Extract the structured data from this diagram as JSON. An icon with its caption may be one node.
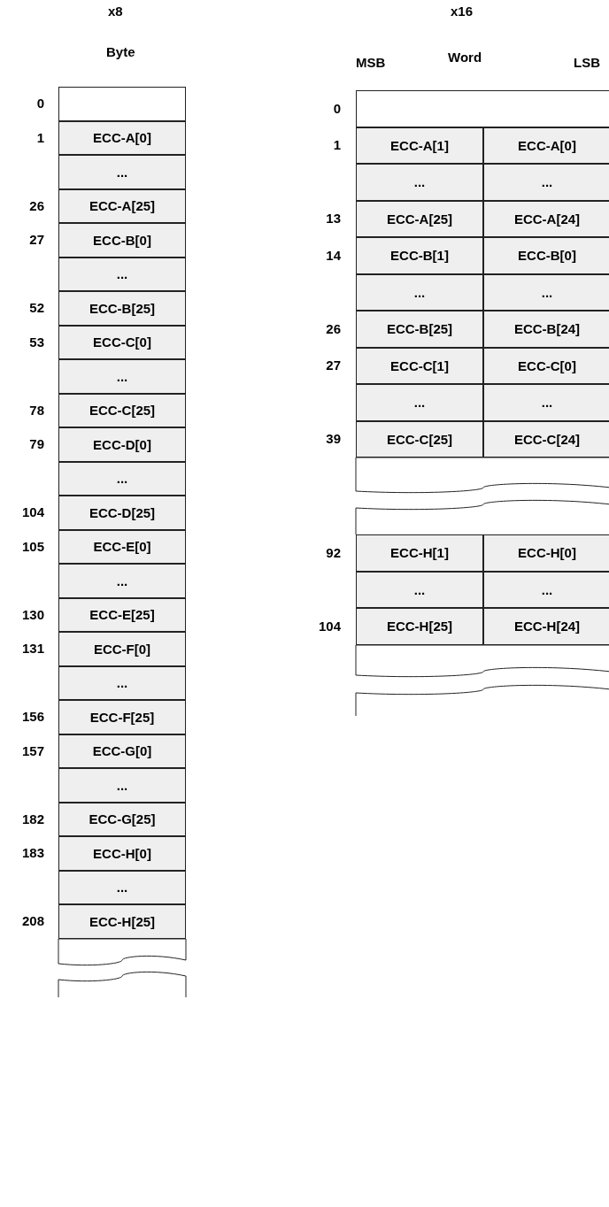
{
  "diagram": {
    "labels": [
      "x8",
      "Byte",
      "0",
      "1",
      "ECC-A[0]",
      "...",
      "26",
      "ECC-A[25]",
      "27",
      "ECC-B[0]",
      "...",
      "52",
      "ECC-B[25]",
      "53",
      "ECC-C[0]",
      "...",
      "78",
      "ECC-C[25]",
      "79",
      "ECC-D[0]",
      "...",
      "104",
      "ECC-D[25]",
      "105",
      "ECC-E[0]",
      "...",
      "130",
      "ECC-E[25]",
      "131",
      "ECC-F[0]",
      "...",
      "156",
      "ECC-F[25]",
      "157",
      "ECC-G[0]",
      "...",
      "182",
      "ECC-G[25]",
      "183",
      "ECC-H[0]",
      "...",
      "208",
      "ECC-H[25]",
      "x16",
      "MSB",
      "Word",
      "LSB",
      "0",
      "1",
      "ECC-A[1]",
      "ECC-A[0]",
      "...",
      "...",
      "13",
      "ECC-A[25]",
      "ECC-A[24]",
      "14",
      "ECC-B[1]",
      "ECC-B[0]",
      "...",
      "...",
      "26",
      "ECC-B[25]",
      "ECC-B[24]",
      "27",
      "ECC-C[1]",
      "ECC-C[0]",
      "...",
      "...",
      "39",
      "ECC-C[25]",
      "ECC-C[24]",
      "92",
      "ECC-H[1]",
      "ECC-H[0]",
      "...",
      "...",
      "104",
      "ECC-H[25]",
      "ECC-H[24]"
    ]
  }
}
